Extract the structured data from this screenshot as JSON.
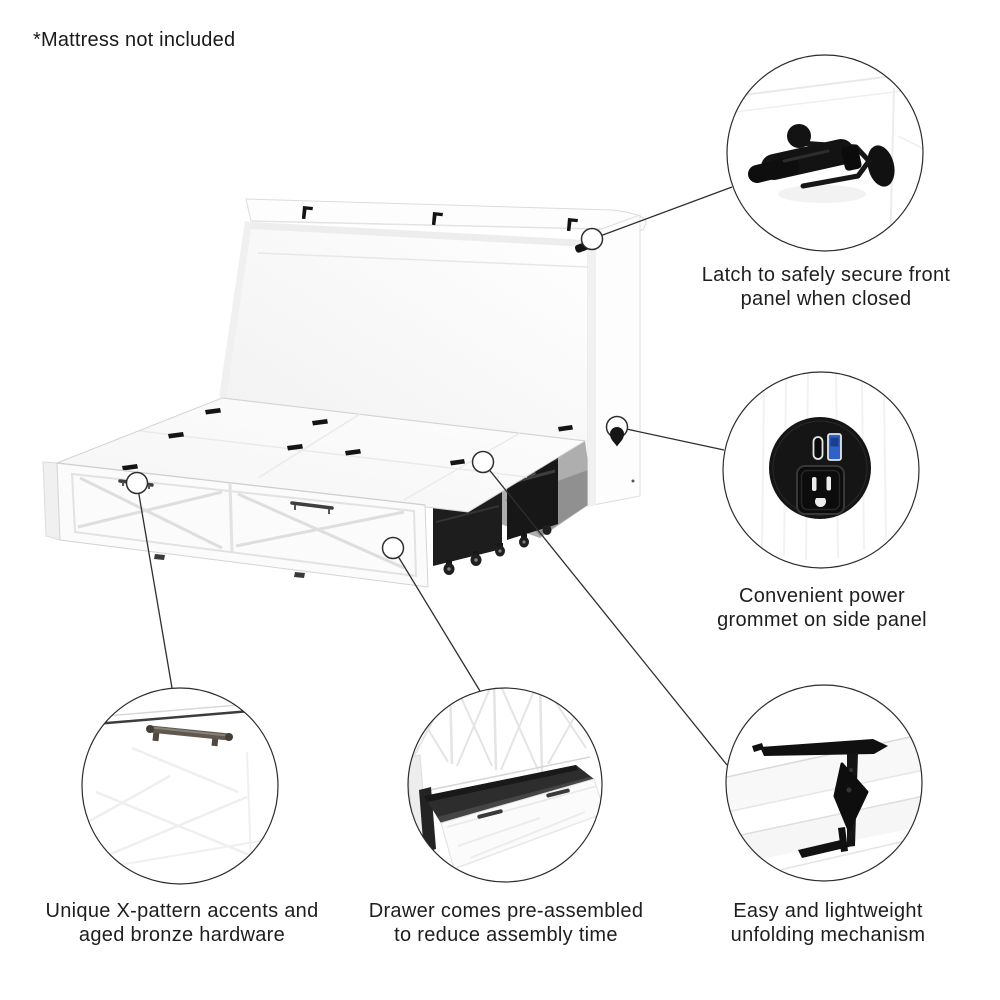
{
  "disclaimer": "*Mattress not included",
  "callouts": {
    "latch": {
      "icon": "latch-icon",
      "line1": "Latch to safely secure front",
      "line2": "panel when closed"
    },
    "power": {
      "icon": "power-grommet-icon",
      "line1": "Convenient power",
      "line2": "grommet on side panel"
    },
    "mechanism": {
      "icon": "unfold-mechanism-icon",
      "line1": "Easy and lightweight",
      "line2": "unfolding mechanism"
    },
    "drawer": {
      "icon": "open-drawer-icon",
      "line1": "Drawer comes pre-assembled",
      "line2": "to reduce assembly time"
    },
    "xpattern": {
      "icon": "x-pattern-handle-icon",
      "line1": "Unique X-pattern accents and",
      "line2": "aged bronze hardware"
    }
  },
  "icons": [
    "latch-icon",
    "power-grommet-icon",
    "unfold-mechanism-icon",
    "open-drawer-icon",
    "x-pattern-handle-icon",
    "location-pin-icon",
    "anchor-dot"
  ],
  "colors": {
    "background": "#ffffff",
    "text": "#1e1e1e",
    "leader_line": "#2e2e2e",
    "black_hardware": "#151515",
    "usb_port_blue": "#2f62c6",
    "bronze_handle": "#60584f"
  }
}
